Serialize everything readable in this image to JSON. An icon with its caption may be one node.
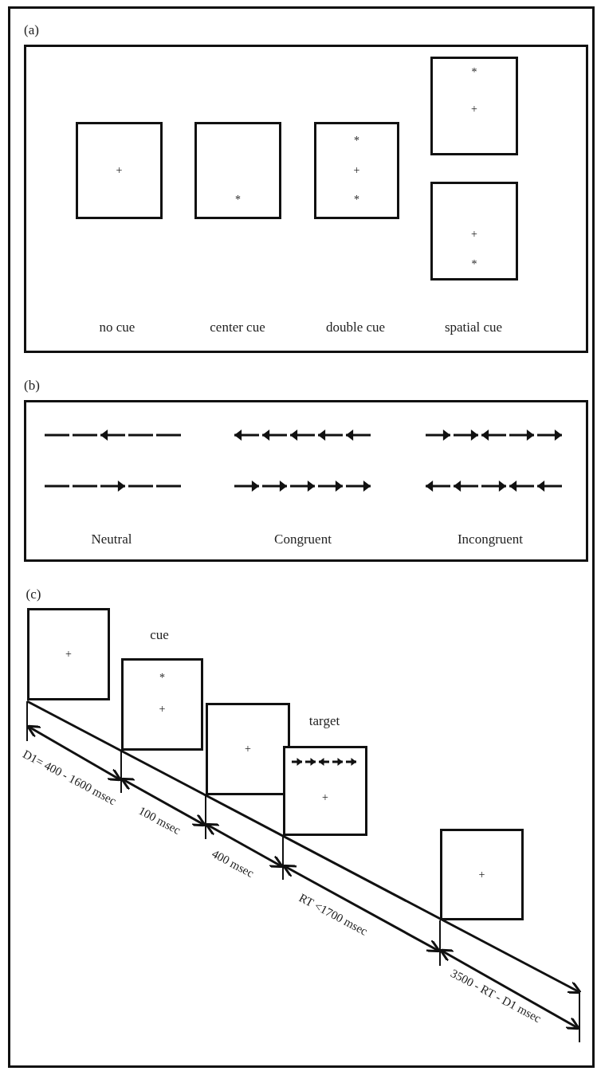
{
  "diagram": {
    "nodes": [
      {
        "text": [
          "(a)"
        ]
      },
      {
        "text": [
          "+"
        ],
        "in": 0
      },
      {
        "text": [
          "*"
        ],
        "in": 0
      },
      {
        "text": [
          "*",
          "+",
          "*"
        ],
        "in": 0
      },
      {
        "text": [
          "*",
          "+"
        ],
        "in": 0
      },
      {
        "text": [
          "+",
          "*"
        ],
        "in": 0
      },
      {
        "text": [
          "(b)"
        ]
      },
      {
        "text": [
          "+"
        ]
      },
      {
        "text": [
          "*",
          "+"
        ],
        "beside": [
          "cue"
        ]
      },
      {
        "text": [
          "+"
        ]
      },
      {
        "text": [
          "+"
        ],
        "beside": [
          "target"
        ]
      },
      {
        "text": [
          "+"
        ]
      }
    ],
    "edges": [],
    "labels": [
      "no cue",
      "center cue",
      "double cue",
      "spatial cue",
      "Neutral",
      "Congruent",
      "Incongruent",
      "(c)",
      "D1= 400 - 1600 msec",
      "100 msec",
      "400 msec",
      "RT <1700 msec",
      "3500 - RT - D1 msec"
    ]
  }
}
